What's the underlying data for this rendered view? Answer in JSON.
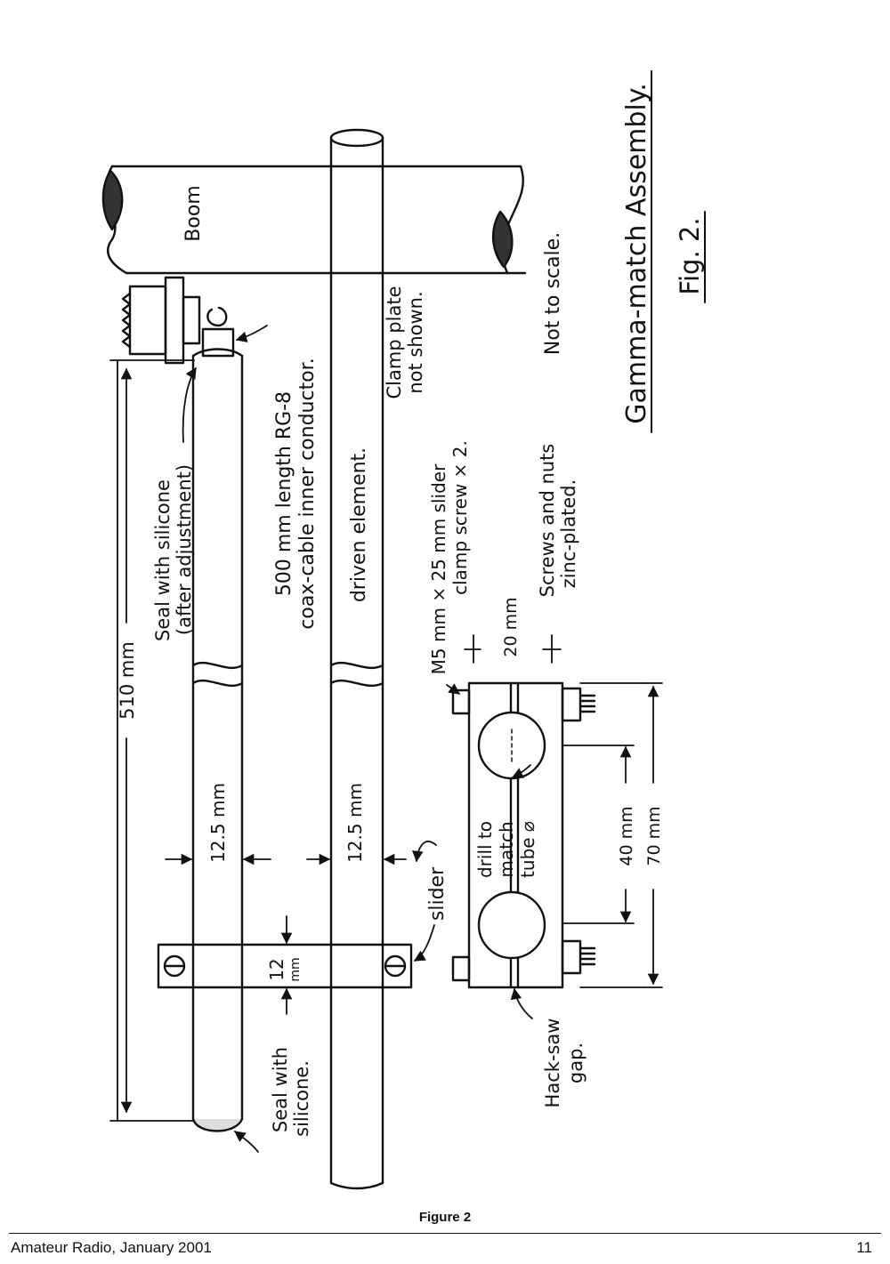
{
  "diagram": {
    "title": "Gamma-match Assembly.",
    "fig_label": "Fig. 2.",
    "not_to_scale": "Not to scale.",
    "boom_label": "Boom",
    "clamp_note": [
      "Clamp plate",
      "not shown."
    ],
    "driven_element": "driven element.",
    "coax_note": [
      "500 mm length RG-8",
      "coax-cable inner conductor."
    ],
    "seal_top": [
      "Seal with silicone",
      "(after adjustment)"
    ],
    "seal_bottom": [
      "Seal with",
      "silicone."
    ],
    "dim_510": "510 mm",
    "dim_12_5_a": "12.5 mm",
    "dim_12_5_b": "12.5 mm",
    "dim_12": [
      "12",
      "mm"
    ],
    "slider_label": "slider",
    "screw_note": [
      "M5 mm × 25 mm slider",
      "clamp screw × 2."
    ],
    "screws_plated": [
      "Screws and nuts",
      "zinc-plated."
    ],
    "dim_20": "20 mm",
    "dim_40": "40 mm",
    "dim_70": "70 mm",
    "drill_note": [
      "drill to",
      "match",
      "tube ⌀"
    ],
    "hacksaw_note": [
      "Hack-saw",
      "gap."
    ]
  },
  "figure_caption": "Figure 2",
  "footer": {
    "publication": "Amateur Radio, January 2001",
    "page_number": "11"
  }
}
